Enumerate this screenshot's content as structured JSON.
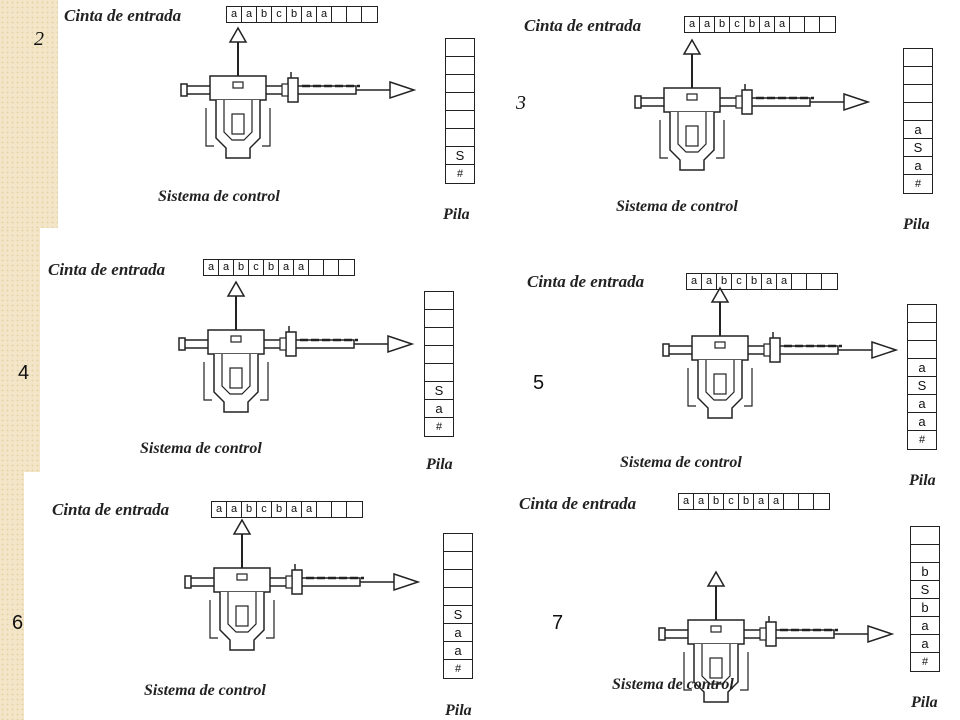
{
  "labels": {
    "tape_title": "Cinta de entrada",
    "control": "Sistema de control",
    "stack": "Pila"
  },
  "tape": [
    "a",
    "a",
    "b",
    "c",
    "b",
    "a",
    "a",
    "",
    "",
    ""
  ],
  "panels": [
    {
      "step": "2",
      "stack": [
        "",
        "",
        "",
        "",
        "",
        "",
        "S",
        "#"
      ]
    },
    {
      "step": "3",
      "stack": [
        "",
        "",
        "",
        "",
        "a",
        "S",
        "a",
        "#"
      ]
    },
    {
      "step": "4",
      "stack": [
        "",
        "",
        "",
        "",
        "",
        "S",
        "a",
        "#"
      ]
    },
    {
      "step": "5",
      "stack": [
        "",
        "",
        "",
        "a",
        "S",
        "a",
        "a",
        "#"
      ]
    },
    {
      "step": "6",
      "stack": [
        "",
        "",
        "",
        "",
        "S",
        "a",
        "a",
        "#"
      ]
    },
    {
      "step": "7",
      "stack": [
        "",
        "",
        "b",
        "S",
        "b",
        "a",
        "a",
        "#"
      ]
    }
  ],
  "colors": {
    "strip": "#f3e6c8",
    "ink": "#222222"
  }
}
